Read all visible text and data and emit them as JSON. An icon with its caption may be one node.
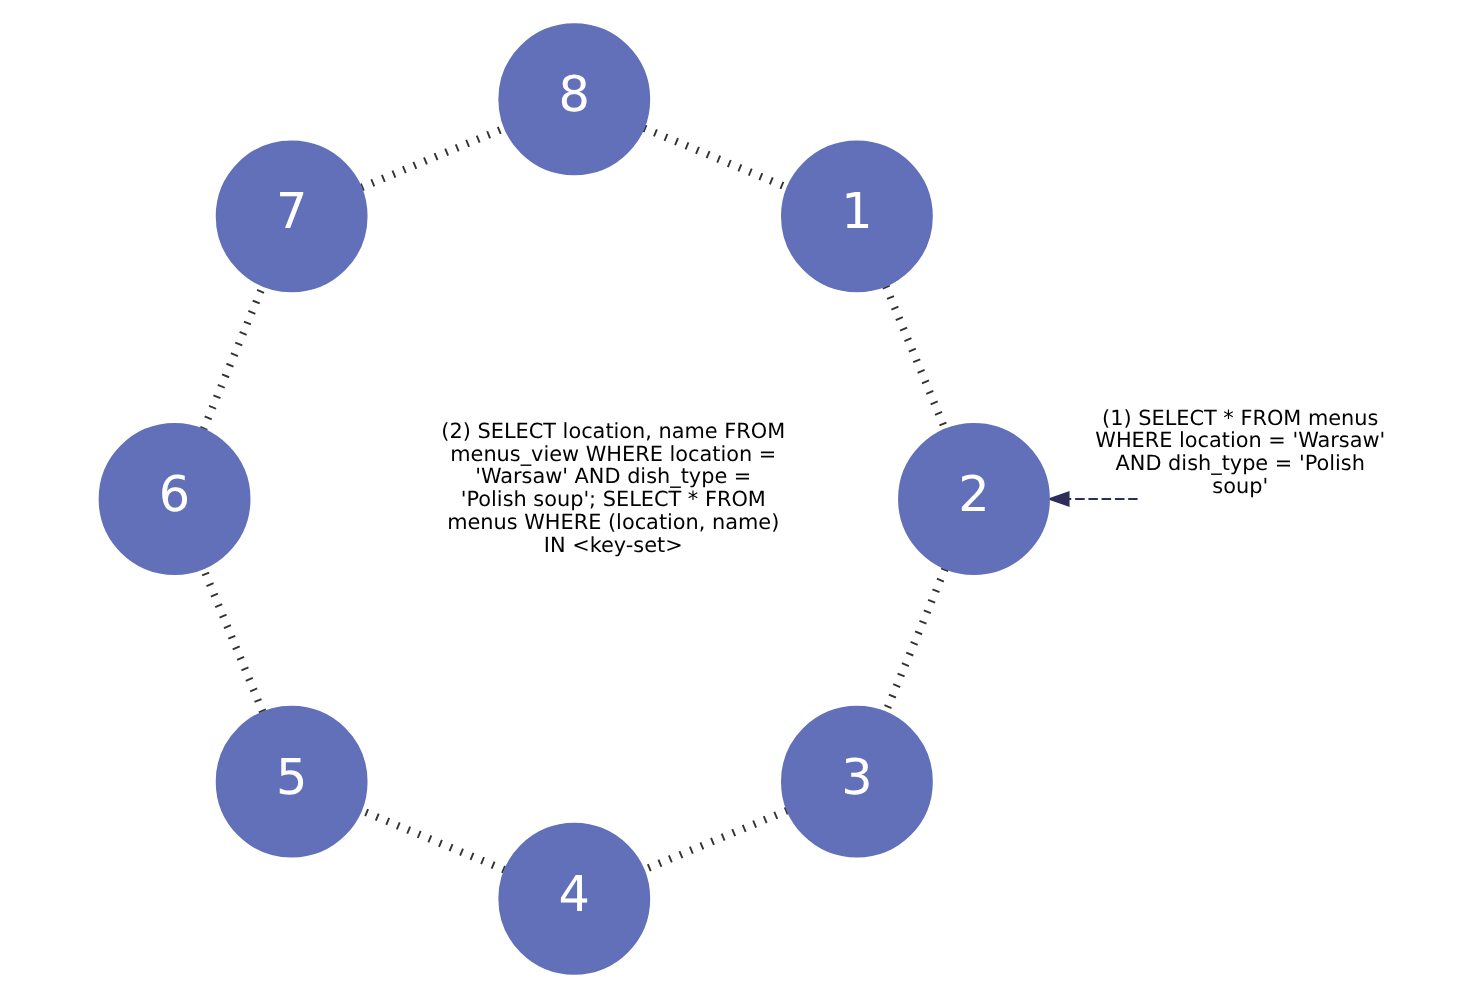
{
  "diagram": {
    "nodes": [
      {
        "text": [
          "1"
        ]
      },
      {
        "text": [
          "2"
        ]
      },
      {
        "text": [
          "3"
        ]
      },
      {
        "text": [
          "4"
        ]
      },
      {
        "text": [
          "5"
        ]
      },
      {
        "text": [
          "6"
        ]
      },
      {
        "text": [
          "7"
        ]
      },
      {
        "text": [
          "8"
        ]
      }
    ],
    "edges": [
      {
        "from": 7,
        "to": 0,
        "arrow": "none"
      },
      {
        "from": 0,
        "to": 1,
        "arrow": "none"
      },
      {
        "from": 1,
        "to": 2,
        "arrow": "none"
      },
      {
        "from": 2,
        "to": 3,
        "arrow": "none"
      },
      {
        "from": 3,
        "to": 4,
        "arrow": "none"
      },
      {
        "from": 4,
        "to": 5,
        "arrow": "none"
      },
      {
        "from": 5,
        "to": 6,
        "arrow": "none"
      },
      {
        "from": 6,
        "to": 7,
        "arrow": "none"
      },
      {
        "from": null,
        "to": 1,
        "arrow": "to",
        "style": "dashed",
        "color": "#2e2e5a",
        "label": "(1) SELECT * FROM menus WHERE location = 'Warsaw' AND dish_type = 'Polish soup'"
      }
    ],
    "labels": [
      "(2) SELECT location, name FROM menus_view WHERE location = 'Warsaw' AND dish_type = 'Polish soup'; SELECT * FROM menus WHERE (location, name) IN <key-set>"
    ]
  }
}
